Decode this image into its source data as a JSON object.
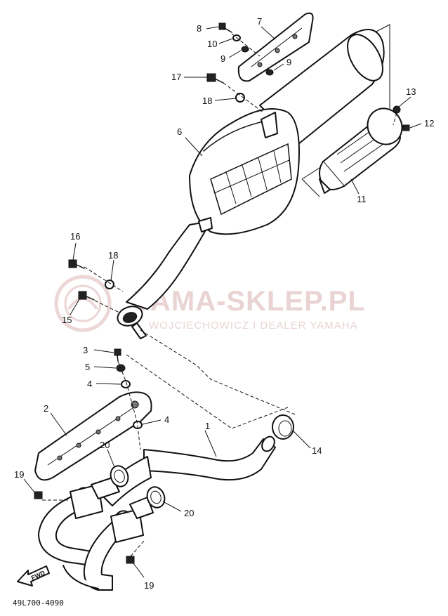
{
  "drawing": {
    "code": "49L700-4090",
    "fwd_label": "FWD"
  },
  "watermark": {
    "main": "YAMA-SKLEP.PL",
    "sub": "WOJCIECHOWICZ I DEALER YAMAHA",
    "color": "#e9d3d3"
  },
  "parts": [
    {
      "key": "p1",
      "label": "1"
    },
    {
      "key": "p2",
      "label": "2"
    },
    {
      "key": "p3",
      "label": "3"
    },
    {
      "key": "p4a",
      "label": "4"
    },
    {
      "key": "p4b",
      "label": "4"
    },
    {
      "key": "p5",
      "label": "5"
    },
    {
      "key": "p6",
      "label": "6"
    },
    {
      "key": "p7",
      "label": "7"
    },
    {
      "key": "p8",
      "label": "8"
    },
    {
      "key": "p9a",
      "label": "9"
    },
    {
      "key": "p9b",
      "label": "9"
    },
    {
      "key": "p10",
      "label": "10"
    },
    {
      "key": "p11",
      "label": "11"
    },
    {
      "key": "p12",
      "label": "12"
    },
    {
      "key": "p13",
      "label": "13"
    },
    {
      "key": "p14",
      "label": "14"
    },
    {
      "key": "p15",
      "label": "15"
    },
    {
      "key": "p16",
      "label": "16"
    },
    {
      "key": "p17",
      "label": "17"
    },
    {
      "key": "p18a",
      "label": "18"
    },
    {
      "key": "p18b",
      "label": "18"
    },
    {
      "key": "p19a",
      "label": "19"
    },
    {
      "key": "p19b",
      "label": "19"
    },
    {
      "key": "p20a",
      "label": "20"
    },
    {
      "key": "p20b",
      "label": "20"
    }
  ]
}
